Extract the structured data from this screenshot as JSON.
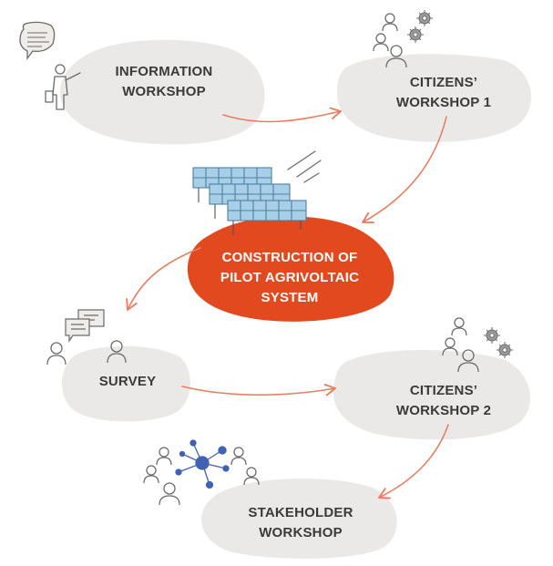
{
  "colors": {
    "blob_gray": "#ebe9e7",
    "blob_red": "#e2491f",
    "arrow": "#e57f62",
    "icon_stroke": "#6b6b6b",
    "panel_fill": "#a8cfe8",
    "panel_stroke": "#4f7fa3",
    "network_node": "#3f63b0",
    "label_dark": "#3a3a3a",
    "label_light": "#ffffff"
  },
  "steps": [
    {
      "id": "information-workshop",
      "lines": [
        "INFORMATION",
        "WORKSHOP"
      ],
      "icons": [
        "speech-bubble-icon",
        "presenter-icon"
      ]
    },
    {
      "id": "citizens-workshop-1",
      "lines": [
        "CITIZENS’",
        "WORKSHOP 1"
      ],
      "icons": [
        "people-icon",
        "gear-icon"
      ]
    },
    {
      "id": "construction",
      "lines": [
        "CONSTRUCTION OF",
        "PILOT AGRIVOLTAIC",
        "SYSTEM"
      ],
      "icons": [
        "solar-panel-icon",
        "sun-rays-icon"
      ]
    },
    {
      "id": "survey",
      "lines": [
        "SURVEY"
      ],
      "icons": [
        "chat-bubbles-icon",
        "people-icon"
      ]
    },
    {
      "id": "citizens-workshop-2",
      "lines": [
        "CITIZENS’",
        "WORKSHOP 2"
      ],
      "icons": [
        "people-icon",
        "gear-icon"
      ]
    },
    {
      "id": "stakeholder-workshop",
      "lines": [
        "STAKEHOLDER",
        "WORKSHOP"
      ],
      "icons": [
        "network-icon",
        "people-icon"
      ]
    }
  ]
}
